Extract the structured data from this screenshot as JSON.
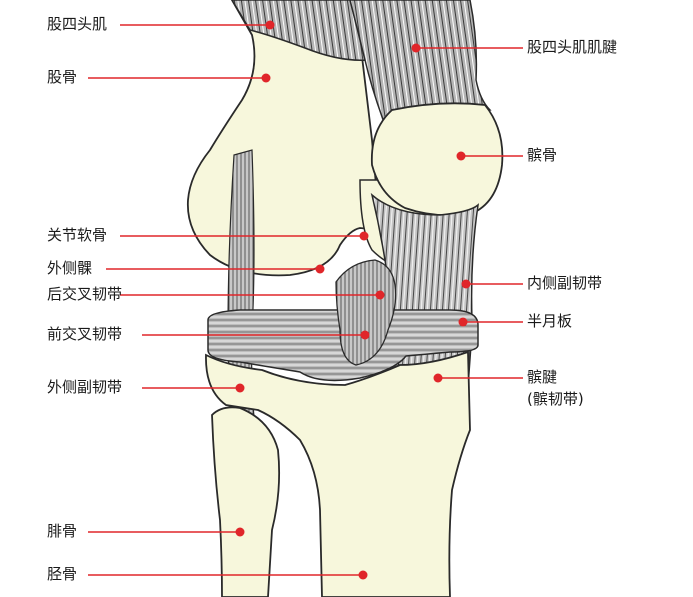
{
  "colors": {
    "bone_fill": "#f7f7dc",
    "outline": "#2a2a2a",
    "tissue_gray": "#a6a6a6",
    "leader_red": "#e0262a"
  },
  "labels": {
    "quadriceps": "股四头肌",
    "femur": "股骨",
    "articular_cartilage": "关节软骨",
    "lateral_condyle": "外侧髁",
    "posterior_cruciate": "后交叉韧带",
    "anterior_cruciate": "前交叉韧带",
    "lateral_collateral": "外侧副韧带",
    "fibula": "腓骨",
    "tibia": "胫骨",
    "quadriceps_tendon": "股四头肌肌腱",
    "patella": "髌骨",
    "medial_collateral": "内侧副韧带",
    "meniscus": "半月板",
    "patellar_tendon": "髌腱",
    "patellar_tendon_alt": "(髌韧带)"
  }
}
